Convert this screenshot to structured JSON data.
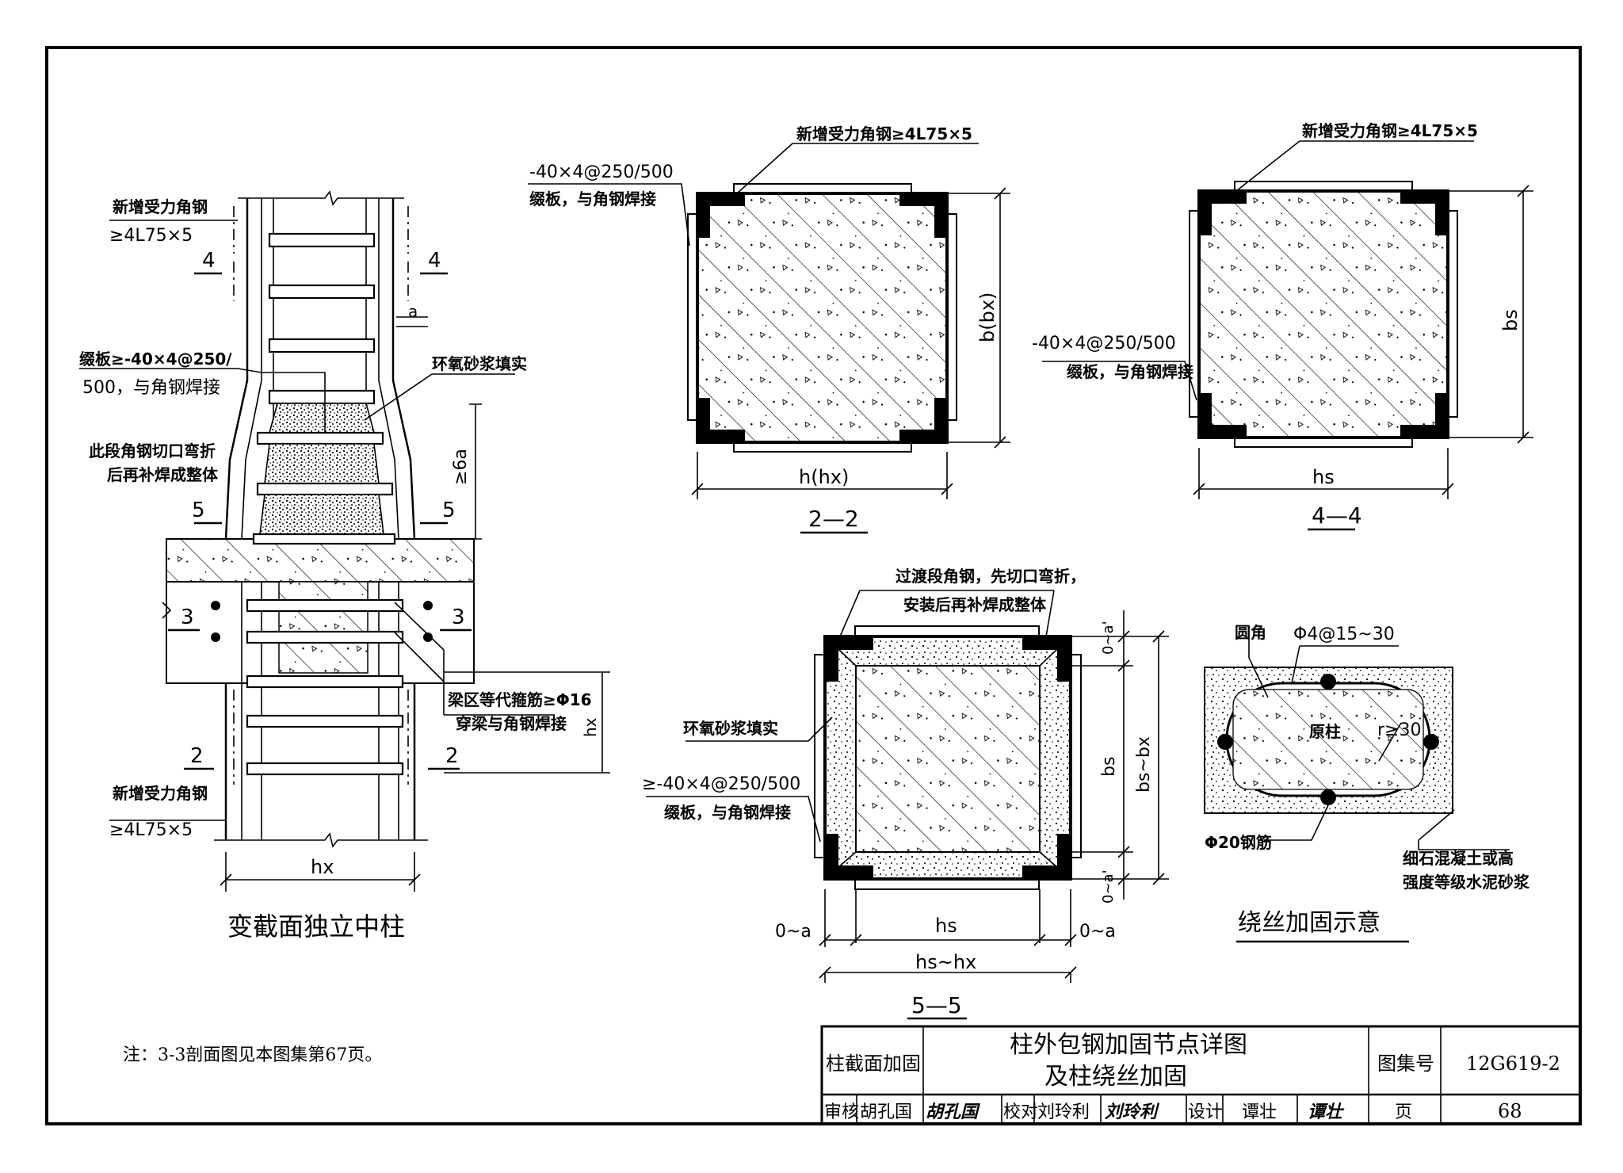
{
  "drawing": {
    "main_title_line1": "柱外包钢加固节点详图",
    "main_title_line2": "及柱绕丝加固",
    "note": "注：3-3剖面图见本图集第67页。"
  },
  "elevation": {
    "title": "变截面独立中柱",
    "label_new_angle_top_1": "新增受力角钢",
    "label_new_angle_top_2": "≥4L75×5",
    "label_batten_1": "缀板≥-40×4@250/",
    "label_batten_2": "500，与角钢焊接",
    "label_epoxy": "环氧砂浆填实",
    "label_cut_bend_1": "此段角钢切口弯折",
    "label_cut_bend_2": "后再补焊成整体",
    "label_beam_stirrup_1": "梁区等代箍筋≥Φ16",
    "label_beam_stirrup_2": "穿梁与角钢焊接",
    "label_new_angle_bot_1": "新增受力角钢",
    "label_new_angle_bot_2": "≥4L75×5",
    "dim_a": "a",
    "dim_6a": "≥6a",
    "dim_hx_v": "hx",
    "dim_hx": "hx",
    "cut_4": "4",
    "cut_5": "5",
    "cut_3": "3",
    "cut_2": "2"
  },
  "section_2_2": {
    "title": "2—2",
    "label_angle": "新增受力角钢≥4L75×5",
    "label_batten_1": "-40×4@250/500",
    "label_batten_2": "缀板，与角钢焊接",
    "dim_h": "h(hx)",
    "dim_b": "b(bx)"
  },
  "section_4_4": {
    "title": "4—4",
    "label_angle": "新增受力角钢≥4L75×5",
    "label_batten_1": "-40×4@250/500",
    "label_batten_2": "缀板，与角钢焊接",
    "dim_h": "hs",
    "dim_b": "bs"
  },
  "section_5_5": {
    "title": "5—5",
    "label_transition_1": "过渡段角钢，先切口弯折，",
    "label_transition_2": "安装后再补焊成整体",
    "label_epoxy": "环氧砂浆填实",
    "label_batten_1": "≥-40×4@250/500",
    "label_batten_2": "缀板，与角钢焊接",
    "dim_0a_top": "0~a'",
    "dim_0a_bot": "0~a'",
    "dim_bs": "bs",
    "dim_bs_bx": "bs~bx",
    "dim_0a_left": "0~a",
    "dim_0a_right": "0~a",
    "dim_hs": "hs",
    "dim_hs_hx": "hs~hx"
  },
  "wire_wrap": {
    "title": "绕丝加固示意",
    "label_round_corner": "圆角",
    "label_wire": "Φ4@15~30",
    "label_original": "原柱",
    "label_radius": "r≥30",
    "label_rebar": "Φ20钢筋",
    "label_mortar_1": "细石混凝土或高",
    "label_mortar_2": "强度等级水泥砂浆"
  },
  "title_block": {
    "category": "柱截面加固",
    "atlas_label": "图集号",
    "atlas_no": "12G619-2",
    "review_label": "审核",
    "reviewer": "胡孔国",
    "reviewer_sig": "胡孔国",
    "check_label": "校对",
    "checker": "刘玲利",
    "checker_sig": "刘玲利",
    "design_label": "设计",
    "designer": "谭壮",
    "designer_sig": "谭壮",
    "page_label": "页",
    "page_no": "68"
  }
}
